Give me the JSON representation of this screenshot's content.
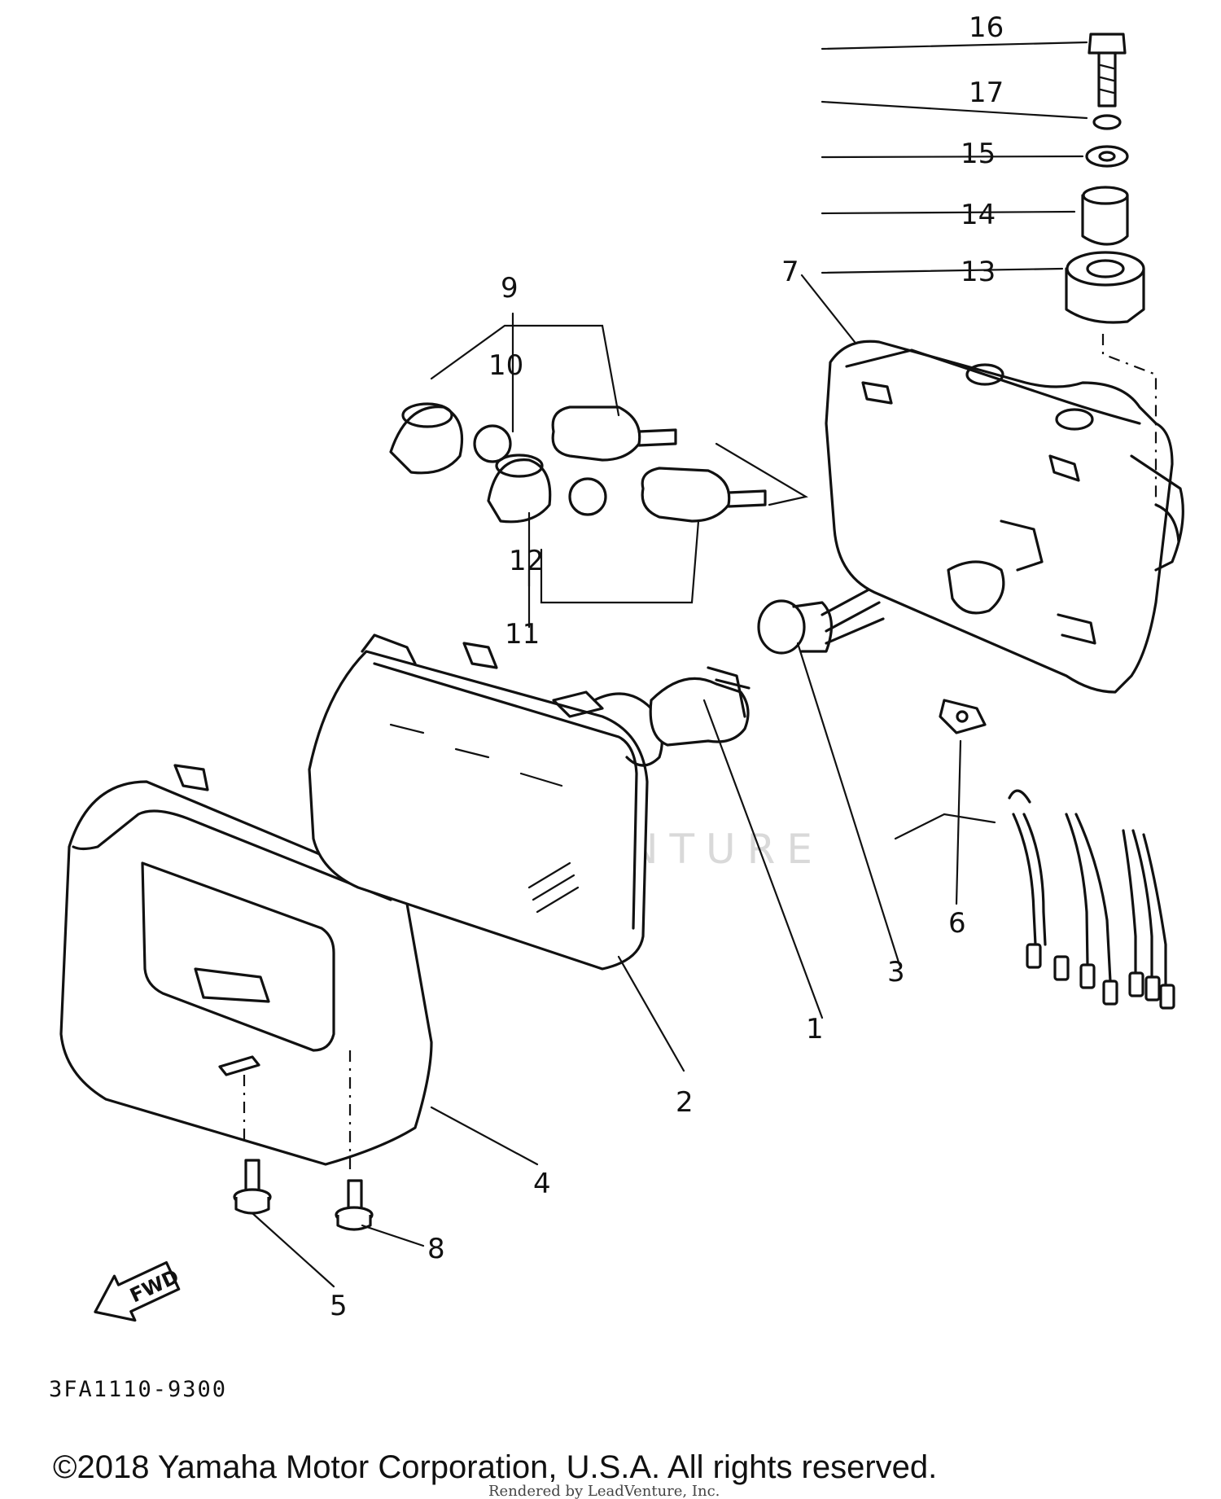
{
  "diagram": {
    "callouts": [
      "1",
      "2",
      "3",
      "4",
      "5",
      "6",
      "7",
      "8",
      "9",
      "10",
      "11",
      "12",
      "13",
      "14",
      "15",
      "16",
      "17"
    ],
    "direction_tag": "FWD",
    "part_code": "3FA1110-9300",
    "watermark": "LEADVENTURE",
    "copyright": "©2018 Yamaha Motor Corporation, U.S.A. All rights reserved.",
    "rendered_by": "Rendered by LeadVenture, Inc."
  }
}
